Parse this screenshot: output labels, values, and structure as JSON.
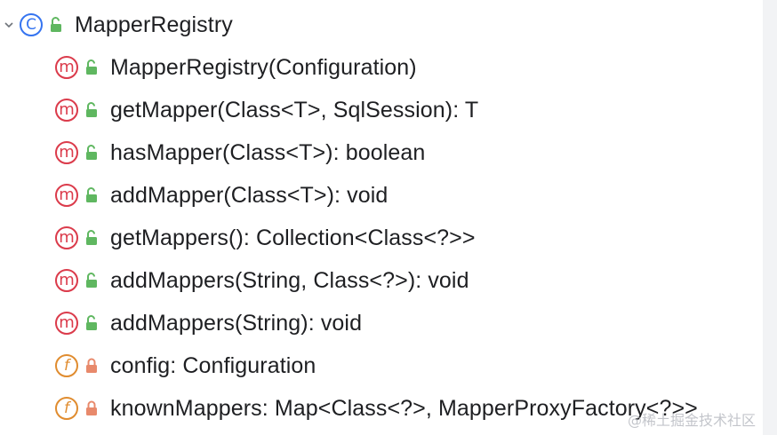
{
  "class_node": {
    "name": "MapperRegistry",
    "kind_letter": "C",
    "visibility": "public",
    "expanded": true
  },
  "members": [
    {
      "kind": "m",
      "kind_letter": "m",
      "visibility": "public",
      "label": "MapperRegistry(Configuration)"
    },
    {
      "kind": "m",
      "kind_letter": "m",
      "visibility": "public",
      "label": "getMapper(Class<T>, SqlSession): T"
    },
    {
      "kind": "m",
      "kind_letter": "m",
      "visibility": "public",
      "label": "hasMapper(Class<T>): boolean"
    },
    {
      "kind": "m",
      "kind_letter": "m",
      "visibility": "public",
      "label": "addMapper(Class<T>): void"
    },
    {
      "kind": "m",
      "kind_letter": "m",
      "visibility": "public",
      "label": "getMappers(): Collection<Class<?>>"
    },
    {
      "kind": "m",
      "kind_letter": "m",
      "visibility": "public",
      "label": "addMappers(String, Class<?>): void"
    },
    {
      "kind": "m",
      "kind_letter": "m",
      "visibility": "public",
      "label": "addMappers(String): void"
    },
    {
      "kind": "f",
      "kind_letter": "f",
      "visibility": "private",
      "label": "config: Configuration"
    },
    {
      "kind": "f",
      "kind_letter": "f",
      "visibility": "private",
      "label": "knownMappers: Map<Class<?>, MapperProxyFactory<?>>"
    }
  ],
  "watermark": "@稀土掘金技术社区",
  "colors": {
    "class_icon": "#3574f0",
    "method_icon": "#db3b4b",
    "field_icon": "#e08c2f",
    "public_lock": "#5fb760",
    "private_lock": "#e8896b"
  }
}
